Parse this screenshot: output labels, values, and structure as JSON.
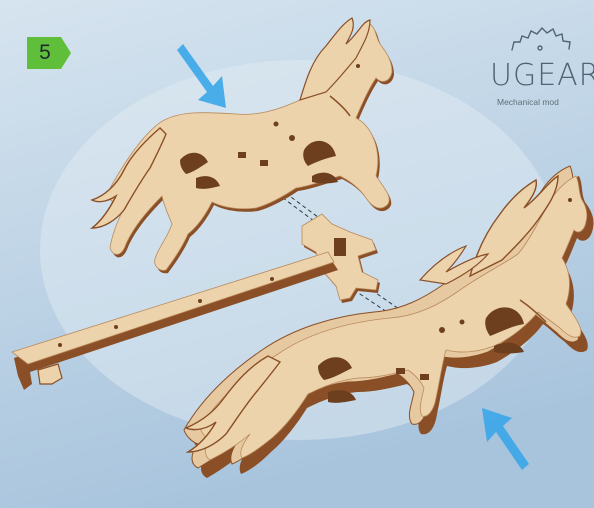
{
  "step": {
    "number": "5",
    "badge_color": "#5fbf3a"
  },
  "brand": {
    "name": "UGEAR",
    "tagline": "Mechanical mod",
    "logo_icon": "gear-icon"
  },
  "colors": {
    "background_top": "#d4e3ee",
    "background_bottom": "#a9c6df",
    "plywood": "#ecd3ac",
    "plywood_edge": "#8a4f26",
    "arrow": "#3aa6e8"
  },
  "icons": [
    "gear-icon",
    "arrow-icon"
  ]
}
